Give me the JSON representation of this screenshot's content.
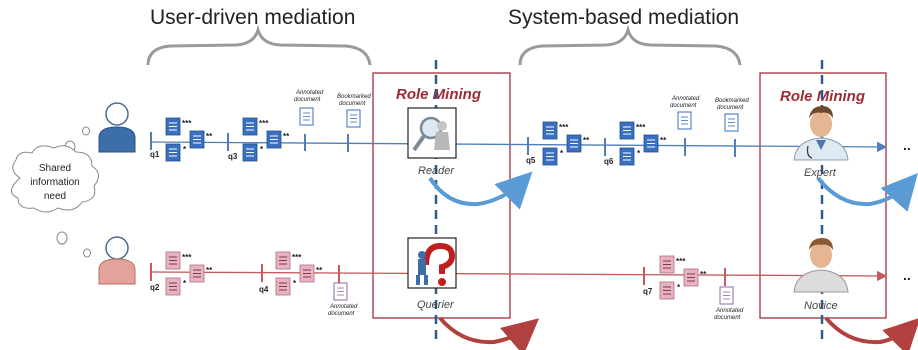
{
  "headings": {
    "user_driven": "User-driven mediation",
    "system_based": "System-based mediation"
  },
  "role_boxes": {
    "left_title": "Role Mining",
    "right_title": "Role Mining"
  },
  "roles": {
    "reader": "Reader",
    "querier": "Querier",
    "expert": "Expert",
    "novice": "Novice"
  },
  "cloud": {
    "line1": "Shared",
    "line2": "information",
    "line3": "need"
  },
  "queries": {
    "q1": "q1",
    "q2": "q2",
    "q3": "q3",
    "q4": "q4",
    "q5": "q5",
    "q6": "q6",
    "q7": "q7"
  },
  "doc_labels": {
    "annotated_line1": "Annotated",
    "annotated_line2": "document",
    "bookmarked_line1": "Bookmarked",
    "bookmarked_line2": "document"
  },
  "rank_marks": {
    "triple": "***",
    "double": "**",
    "single": "*"
  },
  "continuation": "..",
  "colors": {
    "blue_line": "#4f7fb8",
    "red_line": "#c45a5a",
    "box_border": "#a0303a",
    "doc_blue": "#3a6fc1",
    "doc_pink": "#d89aa8",
    "dashed": "#2e5c8a"
  }
}
